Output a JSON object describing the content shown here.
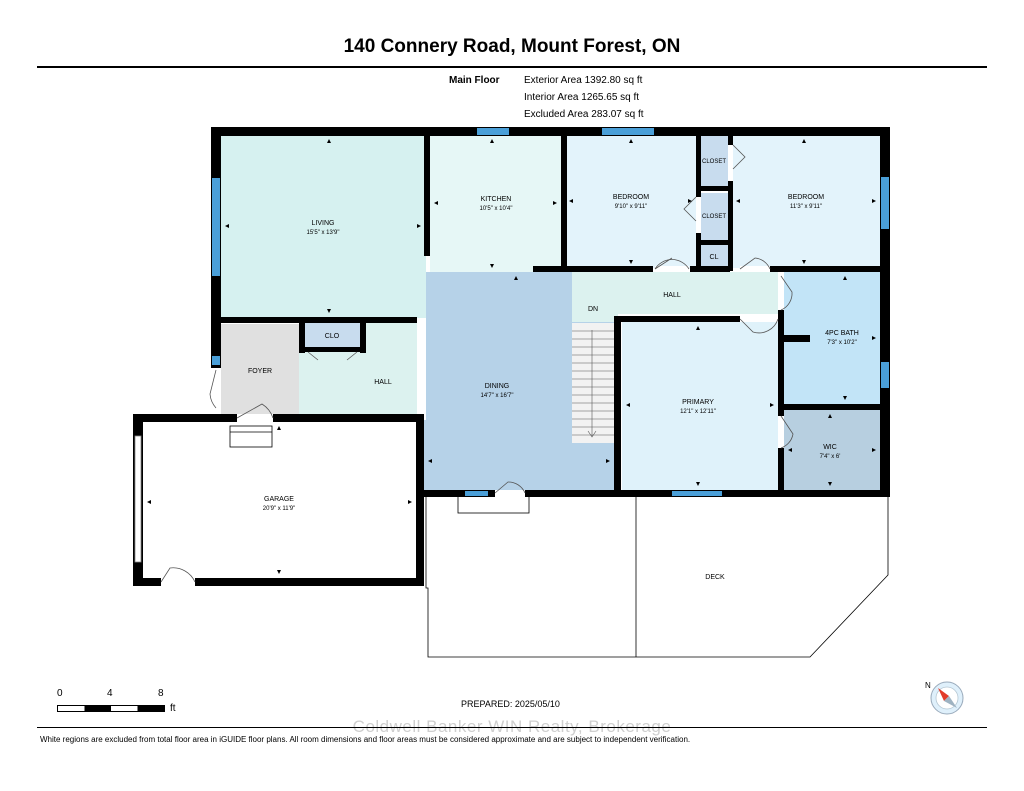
{
  "header": {
    "title": "140 Connery Road, Mount Forest, ON"
  },
  "areas": {
    "floor_label": "Main Floor",
    "exterior": "Exterior Area 1392.80 sq ft",
    "interior": "Interior Area 1265.65 sq ft",
    "excluded": "Excluded Area 283.07 sq ft"
  },
  "rooms": {
    "living": {
      "name": "LIVING",
      "dims": "15'5\" x 13'9\""
    },
    "kitchen": {
      "name": "KITCHEN",
      "dims": "10'5\" x 10'4\""
    },
    "bedroom1": {
      "name": "BEDROOM",
      "dims": "9'10\" x 9'11\""
    },
    "bedroom2": {
      "name": "BEDROOM",
      "dims": "11'3\" x 9'11\""
    },
    "closet1": {
      "name": "CLOSET"
    },
    "closet2": {
      "name": "CLOSET"
    },
    "cl": {
      "name": "CL"
    },
    "hall_upper": {
      "name": "HALL"
    },
    "bath": {
      "name": "4PC BATH",
      "dims": "7'3\" x 10'2\""
    },
    "clo": {
      "name": "CLO"
    },
    "foyer": {
      "name": "FOYER"
    },
    "hall_lower": {
      "name": "HALL"
    },
    "dining": {
      "name": "DINING",
      "dims": "14'7\" x 16'7\""
    },
    "primary": {
      "name": "PRIMARY",
      "dims": "12'1\" x 12'11\""
    },
    "wic": {
      "name": "WIC",
      "dims": "7'4\" x 6'"
    },
    "garage": {
      "name": "GARAGE",
      "dims": "20'9\" x 11'9\""
    },
    "deck": {
      "name": "DECK"
    },
    "stairs": {
      "name": "DN"
    }
  },
  "scale": {
    "labels": [
      "0",
      "4",
      "8"
    ],
    "unit": "ft"
  },
  "compass": {
    "label": "N"
  },
  "footer": {
    "prepared": "PREPARED: 2025/05/10",
    "watermark": "Coldwell Banker WIN Realty, Brokerage",
    "disclaimer": "White regions are excluded from total floor area in iGUIDE floor plans. All room dimensions and floor areas must be considered approximate and are subject to independent verification."
  },
  "colors": {
    "living": "#d6f1f0",
    "kitchen": "#e6f7f6",
    "bedroom": "#e3f3fb",
    "closet": "#c8dcee",
    "hall": "#dcf2ef",
    "bath": "#c2e4f7",
    "foyer": "#e0e0e0",
    "dining": "#b6d2e8",
    "primary": "#dff2fa",
    "wic": "#b7cfe0",
    "window": "#4a9fd8",
    "wall": "#000000"
  }
}
